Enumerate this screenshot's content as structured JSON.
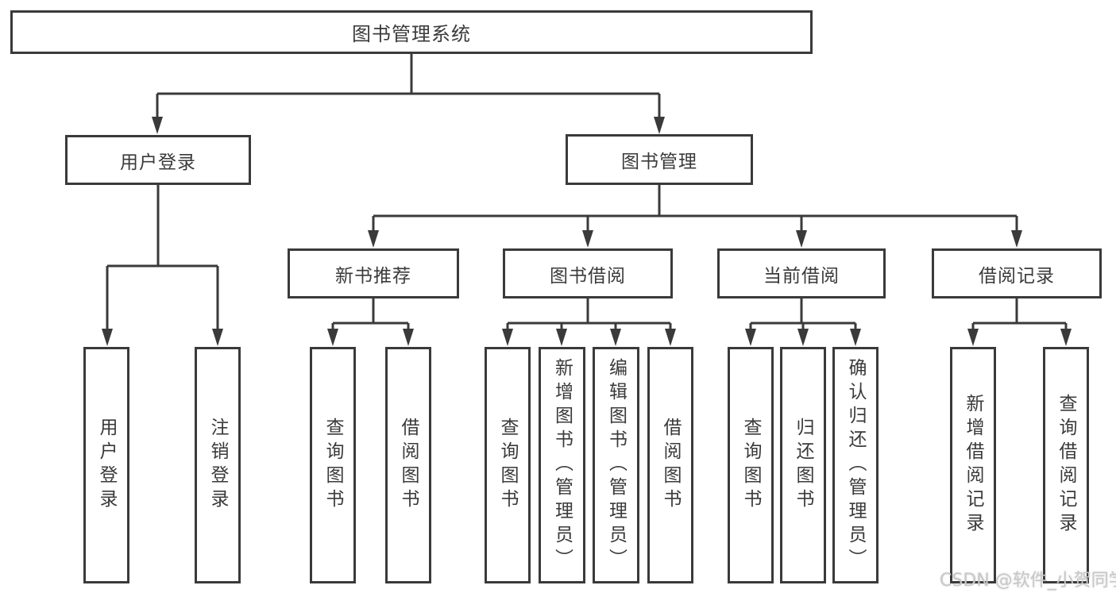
{
  "diagram": {
    "type": "tree",
    "colors": {
      "line": "#3a3a3a",
      "box_border": "#3a3a3a",
      "text": "#3a3a3a",
      "background": "#ffffff",
      "watermark": "#c8c8c8"
    },
    "tree": {
      "label": "图书管理系统",
      "children": [
        {
          "label": "用户登录",
          "children": [
            {
              "label": "用户登录"
            },
            {
              "label": "注销登录"
            }
          ]
        },
        {
          "label": "图书管理",
          "children": [
            {
              "label": "新书推荐",
              "children": [
                {
                  "label": "查询图书"
                },
                {
                  "label": "借阅图书"
                }
              ]
            },
            {
              "label": "图书借阅",
              "children": [
                {
                  "label": "查询图书"
                },
                {
                  "label": "新增图书（管理员）"
                },
                {
                  "label": "编辑图书（管理员）"
                },
                {
                  "label": "借阅图书"
                }
              ]
            },
            {
              "label": "当前借阅",
              "children": [
                {
                  "label": "查询图书"
                },
                {
                  "label": "归还图书"
                },
                {
                  "label": "确认归还（管理员）"
                }
              ]
            },
            {
              "label": "借阅记录",
              "children": [
                {
                  "label": "新增借阅记录"
                },
                {
                  "label": "查询借阅记录"
                }
              ]
            }
          ]
        }
      ]
    },
    "watermark": "CSDN @软件_小贺同学"
  }
}
